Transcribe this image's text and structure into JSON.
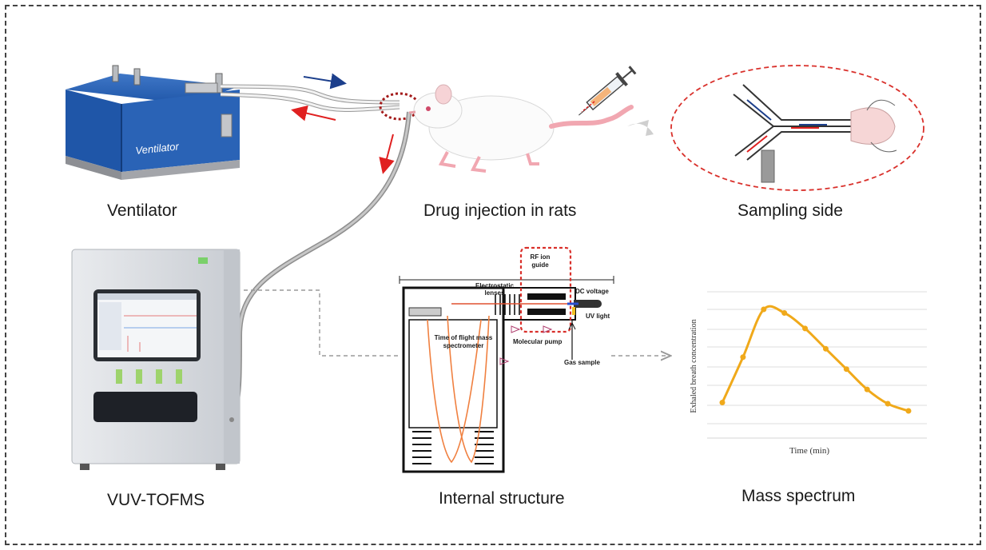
{
  "labels": {
    "ventilator": "Ventilator",
    "ventilator_body_text": "Ventilator",
    "drug_injection": "Drug injection in rats",
    "sampling_side": "Sampling side",
    "instrument": "VUV-TOFMS",
    "internal_structure": "Internal structure",
    "mass_spectrum": "Mass spectrum"
  },
  "internal": {
    "rf_ion_guide": "RF ion guide",
    "rf_line1": "RF ion",
    "rf_line2": "guide",
    "electrostatic_line1": "Electrostatic",
    "electrostatic_line2": "lenses",
    "dc_voltage": "DC voltage",
    "uv_light": "UV light",
    "tof_line1": "Time of flight mass",
    "tof_line2": "spectrometer",
    "molecular_pump": "Molecular pump",
    "gas_sample": "Gas sample"
  },
  "chart_data": {
    "type": "line",
    "xlabel": "Time (min)",
    "ylabel": "Exhaled breath concentration",
    "grid": true,
    "x": [
      1,
      2,
      3,
      4,
      5,
      6,
      7,
      8,
      9,
      10
    ],
    "series": [
      {
        "values": [
          0.22,
          0.6,
          1.0,
          0.97,
          0.84,
          0.67,
          0.5,
          0.33,
          0.21,
          0.15
        ]
      }
    ],
    "color": "#f0a91a"
  },
  "colors": {
    "ventilator_blue": "#1f56a8",
    "arrow_blue": "#1c3f8c",
    "arrow_red": "#e02020",
    "highlight_red": "#d9302b",
    "tube_gray": "#a8a8a8",
    "line_orange": "#f0a91a"
  },
  "icons": [
    "ventilator-machine",
    "rat-illustration",
    "syringe-icon",
    "tofms-instrument",
    "sampling-junction"
  ]
}
